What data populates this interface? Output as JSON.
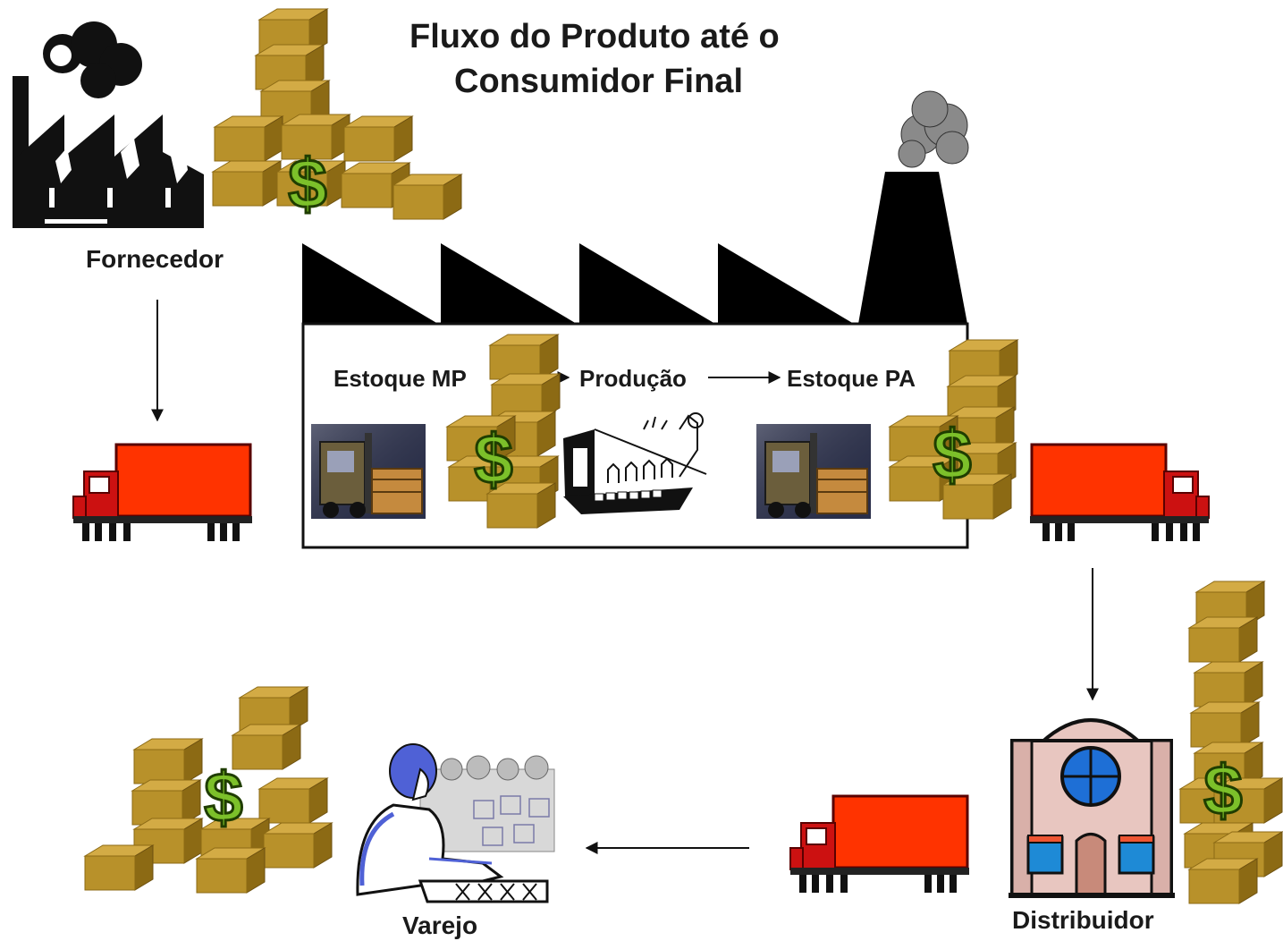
{
  "title": {
    "line1": "Fluxo do Produto até o",
    "line2": "Consumidor Final"
  },
  "labels": {
    "supplier": "Fornecedor",
    "raw_stock": "Estoque MP",
    "production": "Produção",
    "finished_stock": "Estoque PA",
    "distributor": "Distribuidor",
    "retail": "Varejo"
  },
  "money_symbol": "$",
  "colors": {
    "box": "#b8912a",
    "box_top": "#d3ab45",
    "box_side": "#8c6a14",
    "money": "#7cc02a",
    "truck_body": "#ff3300",
    "truck_cab": "#cc1111",
    "smoke": "#888888",
    "building": "#e8c6c0"
  },
  "icons": [
    "factory-icon",
    "boxes-icon",
    "dollar-icon",
    "truck-icon",
    "forklift-icon",
    "assembly-line-icon",
    "store-icon",
    "shopper-icon",
    "arrow-icon"
  ]
}
